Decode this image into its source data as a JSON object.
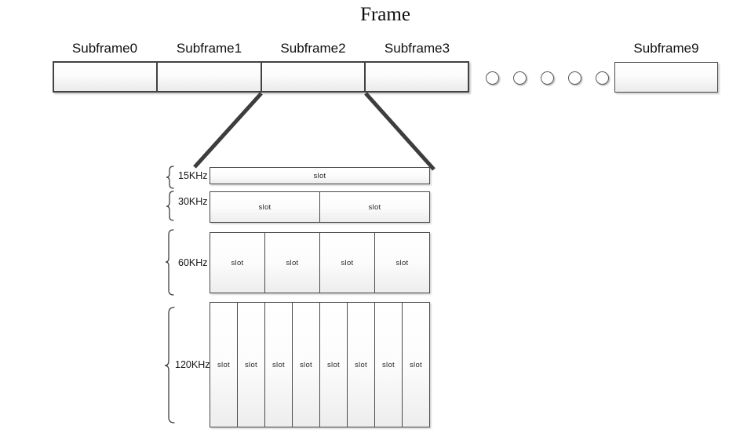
{
  "title": "Frame",
  "frame": {
    "subframes": [
      {
        "label": "Subframe0"
      },
      {
        "label": "Subframe1"
      },
      {
        "label": "Subframe2"
      },
      {
        "label": "Subframe3"
      }
    ],
    "ellipsis_dots": [
      "",
      "",
      "",
      "",
      ""
    ],
    "last_subframe": {
      "label": "Subframe9"
    }
  },
  "expansion": {
    "of_subframe": "Subframe2",
    "rows": [
      {
        "label": "15KHz",
        "slots": [
          "slot"
        ]
      },
      {
        "label": "30KHz",
        "slots": [
          "slot",
          "slot"
        ]
      },
      {
        "label": "60KHz",
        "slots": [
          "slot",
          "slot",
          "slot",
          "slot"
        ]
      },
      {
        "label": "120KHz",
        "slots": [
          "slot",
          "slot",
          "slot",
          "slot",
          "slot",
          "slot",
          "slot",
          "slot"
        ]
      }
    ]
  },
  "colors": {
    "border_dark": "#424242",
    "border_slot": "#4a4a4a",
    "connector": "#3d3d3d",
    "text": "#1a1a1a",
    "box_fill_top": "#ffffff",
    "box_fill_bottom": "#ebebeb"
  }
}
